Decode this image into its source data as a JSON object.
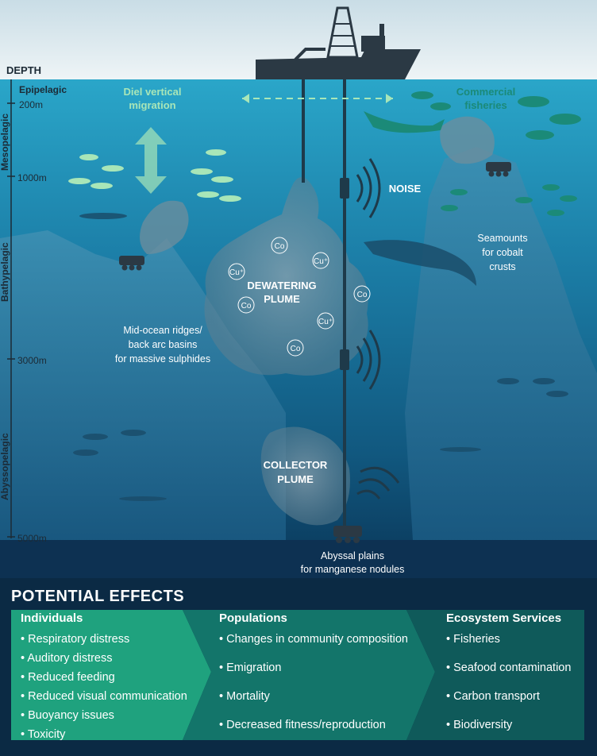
{
  "depth": {
    "title": "DEPTH",
    "zones": [
      "Epipelagic",
      "Mesopelagic",
      "Bathypelagic",
      "Abyssopelagic"
    ],
    "marks": [
      "200m",
      "1000m",
      "3000m",
      "5000m"
    ]
  },
  "labels": {
    "diel": [
      "Diel vertical",
      "migration"
    ],
    "fisheries": [
      "Commercial",
      "fisheries"
    ],
    "noise": "NOISE",
    "dewatering": [
      "DEWATERING",
      "PLUME"
    ],
    "collector": [
      "COLLECTOR",
      "PLUME"
    ],
    "seamounts": [
      "Seamounts",
      "for cobalt",
      "crusts"
    ],
    "ridges": [
      "Mid-ocean ridges/",
      "back arc basins",
      "for massive sulphides"
    ],
    "abyssal": [
      "Abyssal plains",
      "for manganese nodules"
    ]
  },
  "particles": {
    "co": "Co",
    "cu": "Cu⁺"
  },
  "effects": {
    "title": "POTENTIAL EFFECTS",
    "columns": [
      {
        "heading": "Individuals",
        "items": [
          "Respiratory distress",
          "Auditory distress",
          "Reduced feeding",
          "Reduced visual communication",
          "Buoyancy issues",
          "Toxicity"
        ]
      },
      {
        "heading": "Populations",
        "items": [
          "Changes in community composition",
          "Emigration",
          "Mortality",
          "Decreased fitness/reproduction"
        ]
      },
      {
        "heading": "Ecosystem Services",
        "items": [
          "Fisheries",
          "Seafood contamination",
          "Carbon transport",
          "Biodiversity"
        ]
      }
    ]
  },
  "colors": {
    "sky": "#dfe9ee",
    "ocean_top": "#2aa0c4",
    "ocean_bottom": "#0b3a5e",
    "mint": "#a8e6b8",
    "teal": "#1b8a78",
    "dark": "#2b3944",
    "effects_bg": "#0b2a44",
    "arrow1": "#1fa27e",
    "arrow2": "#13756a",
    "arrow3": "#0f5a5a"
  }
}
